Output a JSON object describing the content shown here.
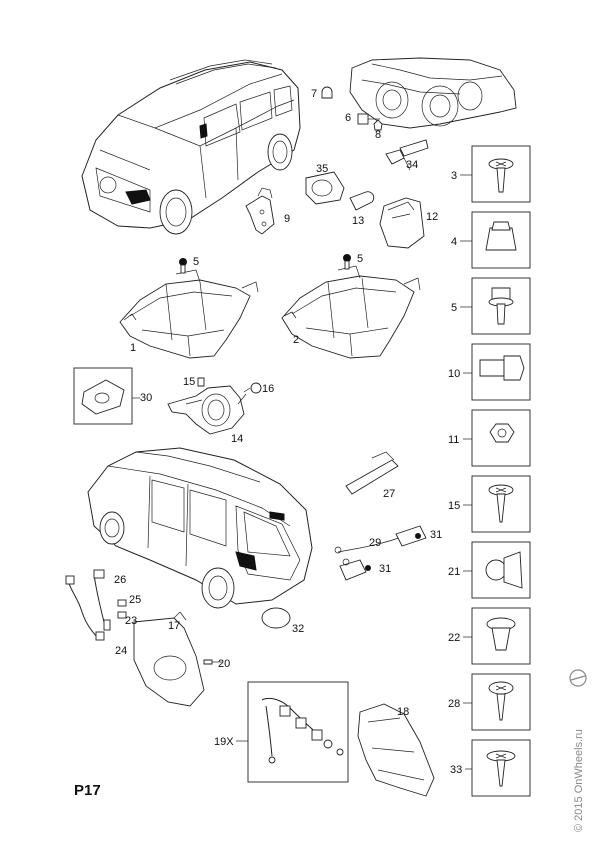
{
  "page_label": "P17",
  "watermark": "© 2015 OnWheels.ru",
  "part_numbers": {
    "p1": "1",
    "p2": "2",
    "p5a": "5",
    "p5b": "5",
    "p6": "6",
    "p7": "7",
    "p8": "8",
    "p9": "9",
    "p12": "12",
    "p13": "13",
    "p14": "14",
    "p15": "15",
    "p16": "16",
    "p17": "17",
    "p18": "18",
    "p19x": "19X",
    "p20": "20",
    "p23": "23",
    "p24": "24",
    "p25": "25",
    "p26": "26",
    "p27": "27",
    "p29": "29",
    "p30": "30",
    "p31a": "31",
    "p31b": "31",
    "p32": "32",
    "p34": "34",
    "p35": "35"
  },
  "fastener_boxes": [
    "3",
    "4",
    "5",
    "10",
    "11",
    "15",
    "21",
    "22",
    "28",
    "33"
  ]
}
